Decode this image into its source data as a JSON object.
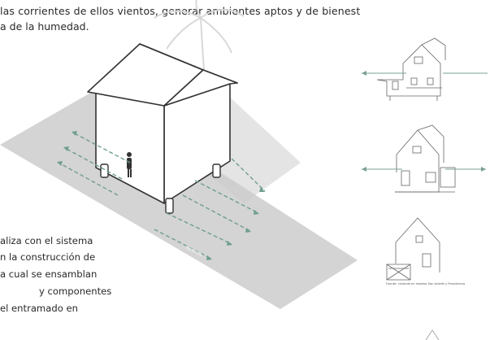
{
  "text": {
    "line1": "las corrientes de ellos vientos, generar ambientes aptos y de bienest",
    "line2": "a de la humedad."
  },
  "paragraph": [
    "aliza con el sistema",
    "n la construcción de",
    "a cual se ensamblan",
    "y componentes",
    "el entramado en"
  ],
  "diagram": {
    "wind_label": "VIENTOS"
  },
  "sidebar": {
    "caption": "Fuente: vivienda en madera San Andrés y Providencia"
  },
  "colors": {
    "ground": "#d3d3d3",
    "arrow": "#7fa99a",
    "line": "#333333"
  }
}
